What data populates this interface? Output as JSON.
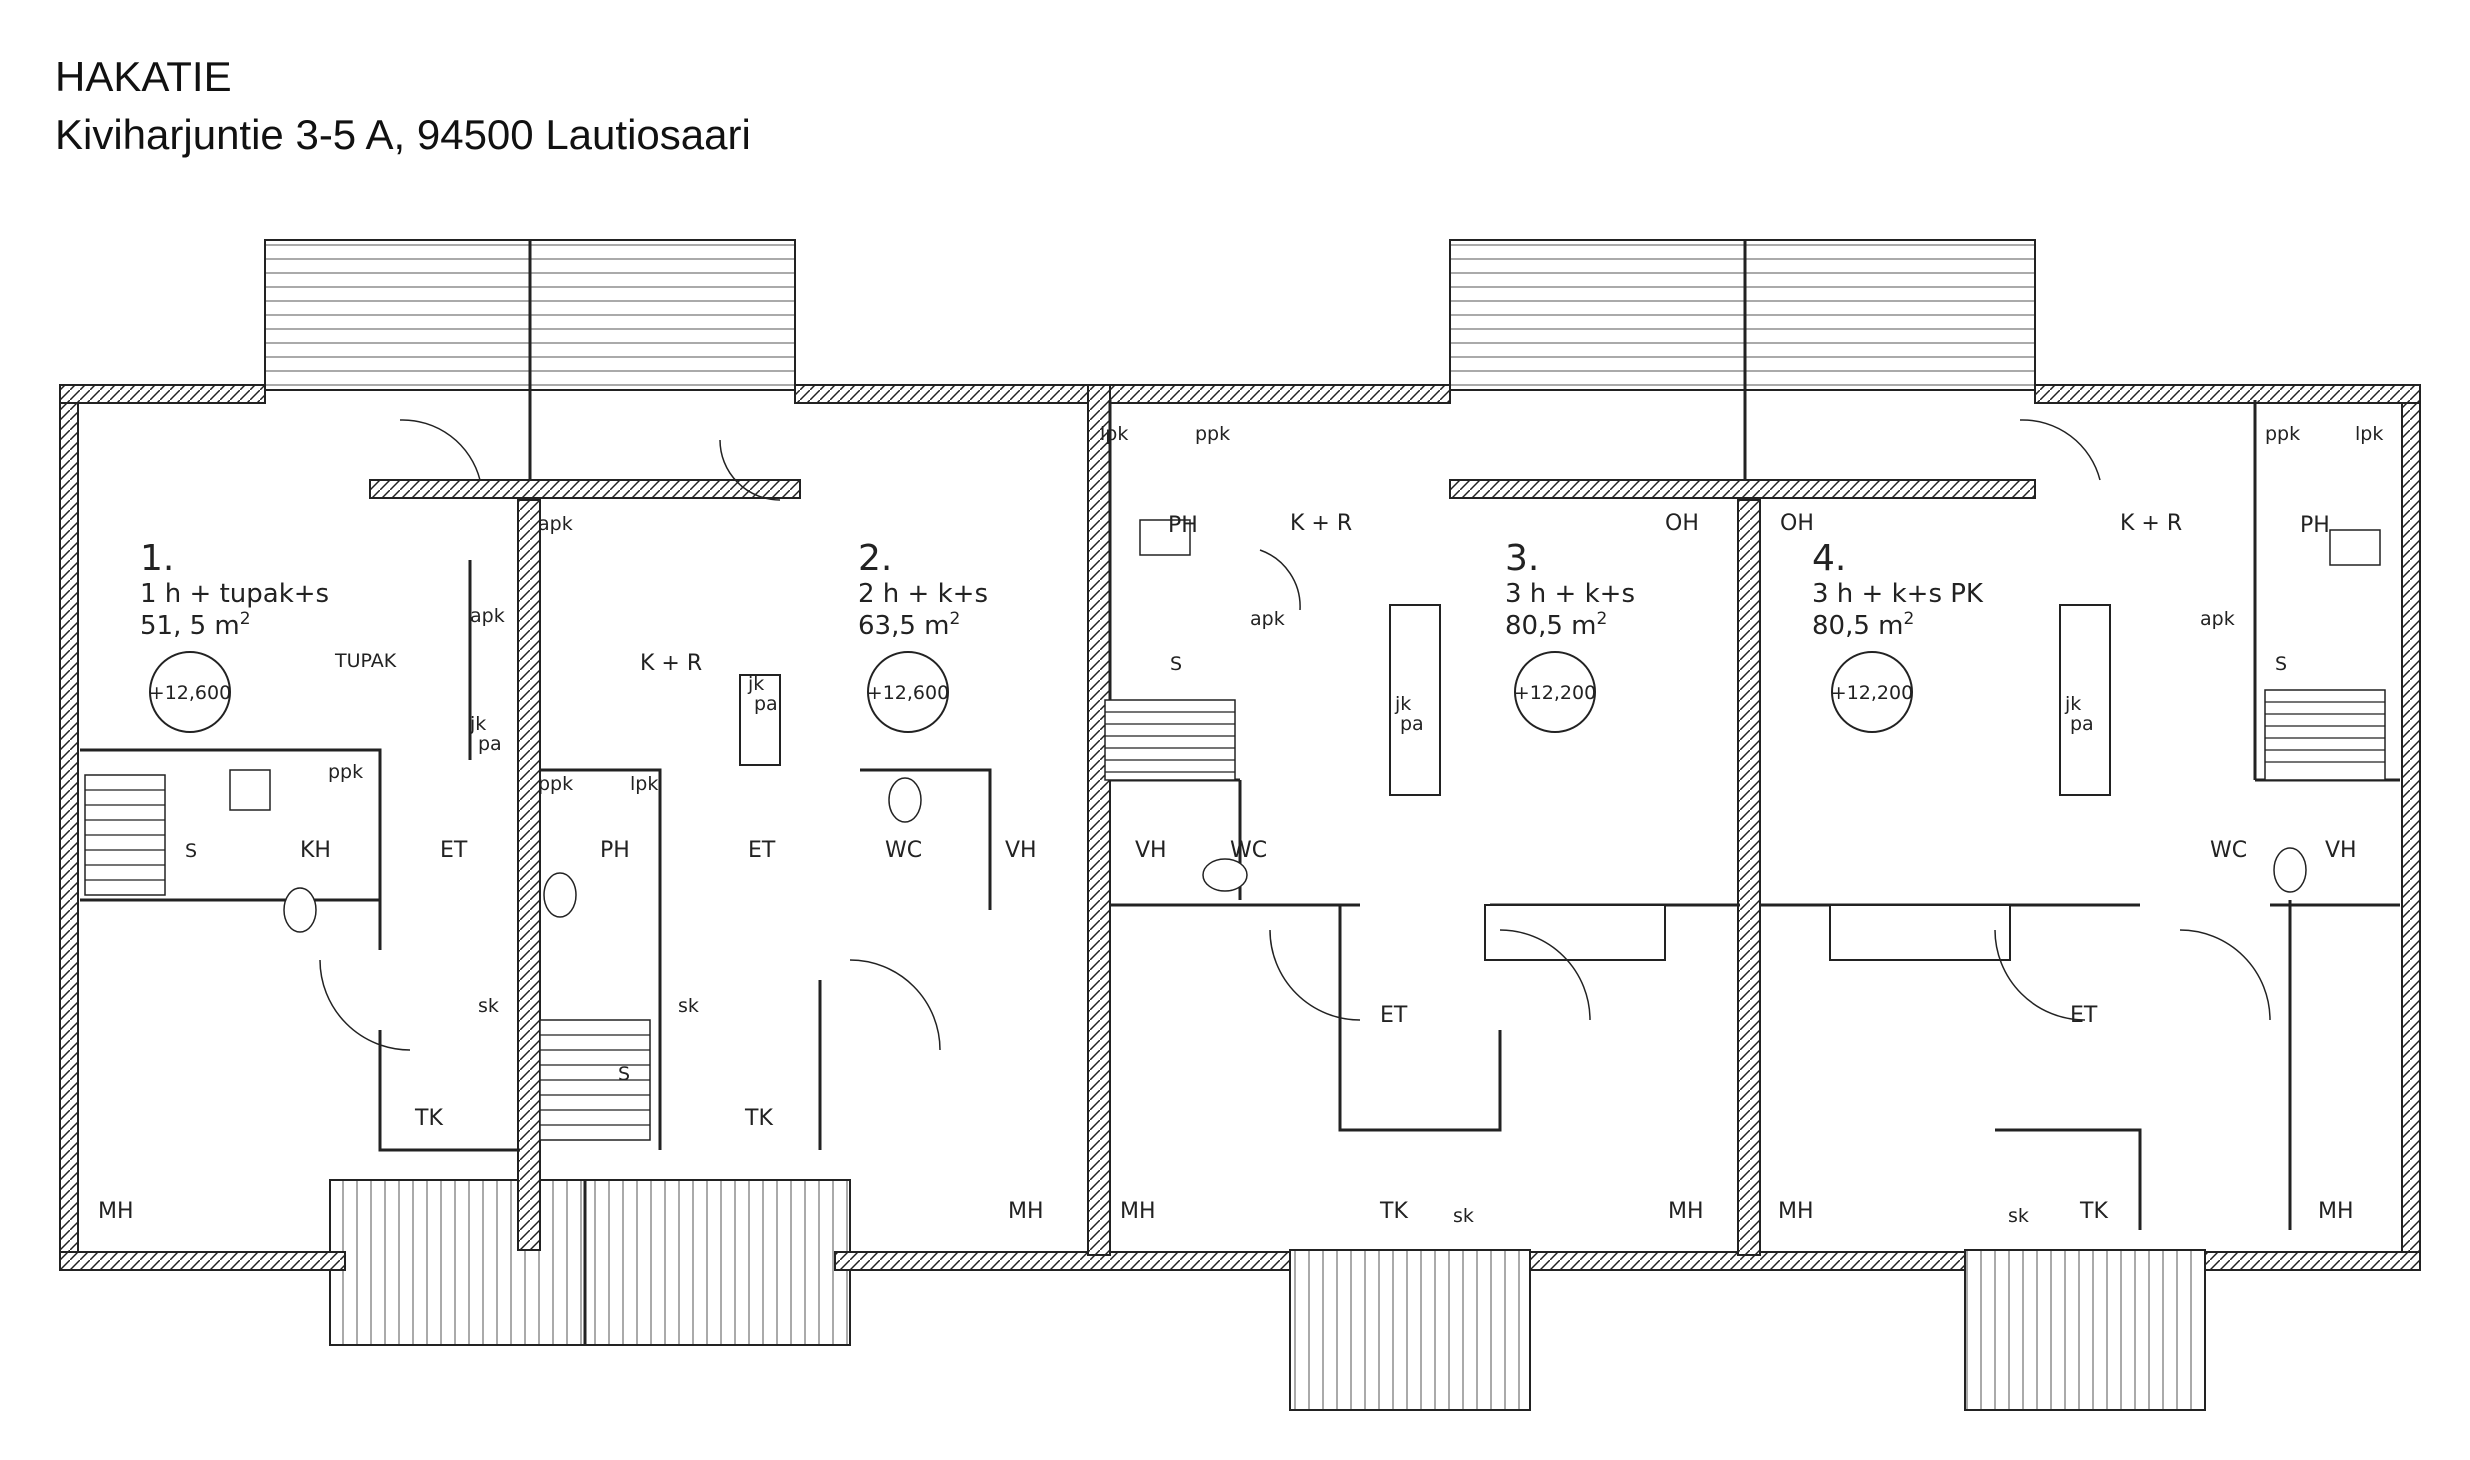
{
  "header": {
    "title": "HAKATIE",
    "address": "Kiviharjuntie 3-5 A, 94500 Lautiosaari"
  },
  "apartments": [
    {
      "number": "1.",
      "type": "1 h + tupak+s",
      "area": "51, 5 m",
      "area_sup": "2",
      "elevation": "+12,600"
    },
    {
      "number": "2.",
      "type": "2 h + k+s",
      "area": "63,5 m",
      "area_sup": "2",
      "elevation": "+12,600"
    },
    {
      "number": "3.",
      "type": "3 h + k+s",
      "area": "80,5 m",
      "area_sup": "2",
      "elevation": "+12,200"
    },
    {
      "number": "4.",
      "type": "3 h + k+s  PK",
      "area": "80,5 m",
      "area_sup": "2",
      "elevation": "+12,200"
    }
  ],
  "rooms": {
    "tupak": "TUPAK",
    "kr": "K + R",
    "kr_top": "K + R",
    "kh": "KH",
    "et": "ET",
    "ph": "PH",
    "wc": "WC",
    "vh": "VH",
    "tk": "TK",
    "mh": "MH",
    "oh": "OH",
    "s": "S",
    "sk": "sk",
    "ppk": "ppk",
    "lpk": "lpk",
    "apk": "apk",
    "jk": "jk",
    "pa": "pa"
  }
}
